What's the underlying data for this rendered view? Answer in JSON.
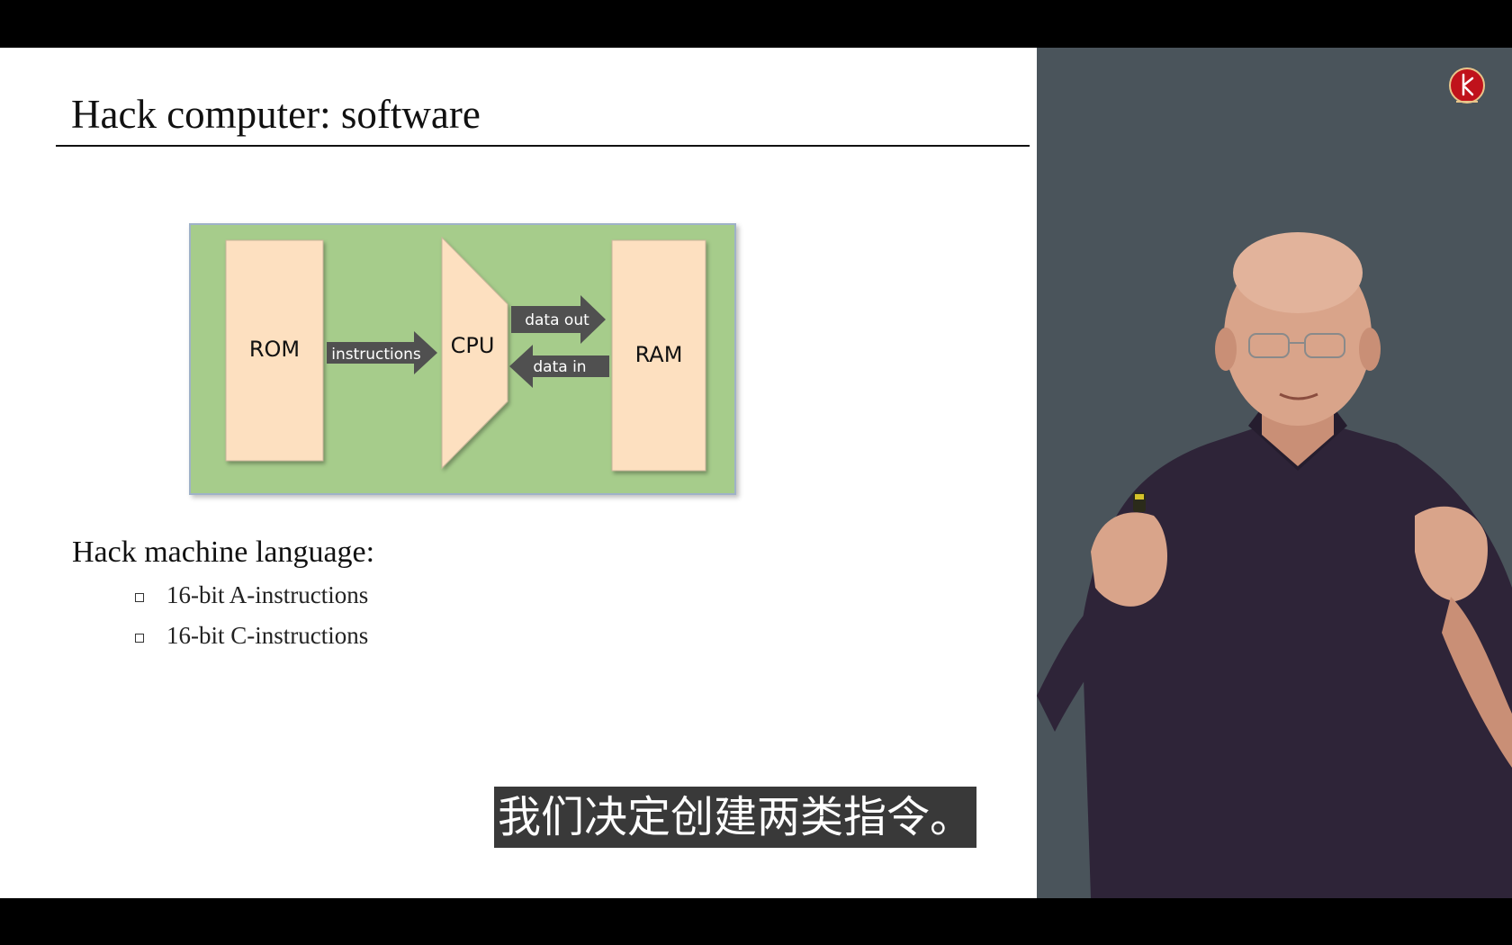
{
  "slide": {
    "title": "Hack computer: software",
    "diagram": {
      "rom_label": "ROM",
      "cpu_label": "CPU",
      "ram_label": "RAM",
      "instructions_label": "instructions",
      "data_out_label": "data out",
      "data_in_label": "data in"
    },
    "language_heading": "Hack machine language:",
    "bullets": [
      "16-bit A-instructions",
      "16-bit C-instructions"
    ]
  },
  "subtitle": "我们决定创建两类指令。",
  "colors": {
    "slide_bg": "#ffffff",
    "diagram_bg": "#a6cc8b",
    "component_fill": "#fde0c0",
    "arrow_fill": "#505050",
    "presenter_bg": "#4a545b",
    "logo_red": "#c0121b"
  },
  "icons": {
    "logo": "university-logo-icon"
  }
}
